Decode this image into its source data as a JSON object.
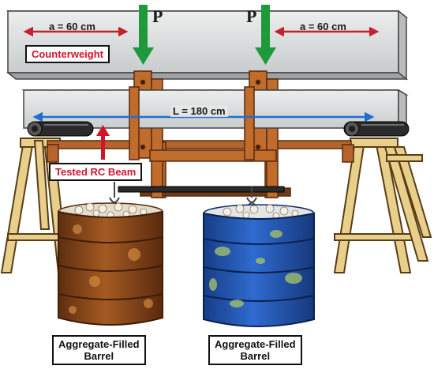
{
  "labels": {
    "left_dim": "a = 60 cm",
    "right_dim": "a = 60 cm",
    "span": "L = 180 cm",
    "load_left": "P",
    "load_right": "P",
    "counterweight": "Counterweight",
    "tested_beam": "Tested RC Beam",
    "barrel_left": [
      "Aggregate-Filled",
      "Barrel"
    ],
    "barrel_right": [
      "Aggregate-Filled",
      "Barrel"
    ]
  },
  "colors": {
    "dimension_arrow": "#c4202e",
    "span_arrow": "#1f6fd1",
    "load_arrow": "#1e9a3c",
    "steel_frame": "#b5642b",
    "concrete": "#d9dcdc",
    "rusty_barrel": "#8a4a1f",
    "blue_barrel": "#2456b0"
  }
}
